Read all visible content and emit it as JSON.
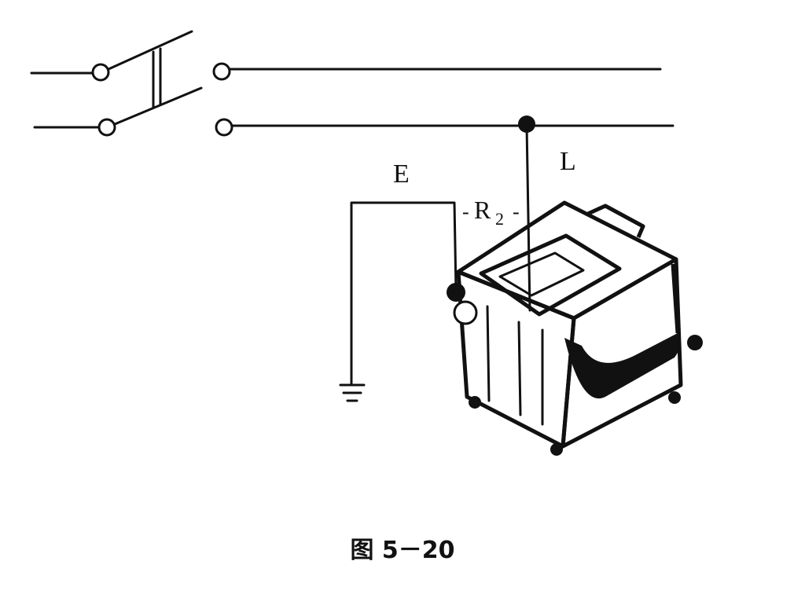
{
  "labels": {
    "earth": "E",
    "line": "L",
    "resistance_main": "R",
    "resistance_sub": "2",
    "resistance_dash_left": "-",
    "resistance_dash_right": "-"
  },
  "caption": "图 5－20"
}
